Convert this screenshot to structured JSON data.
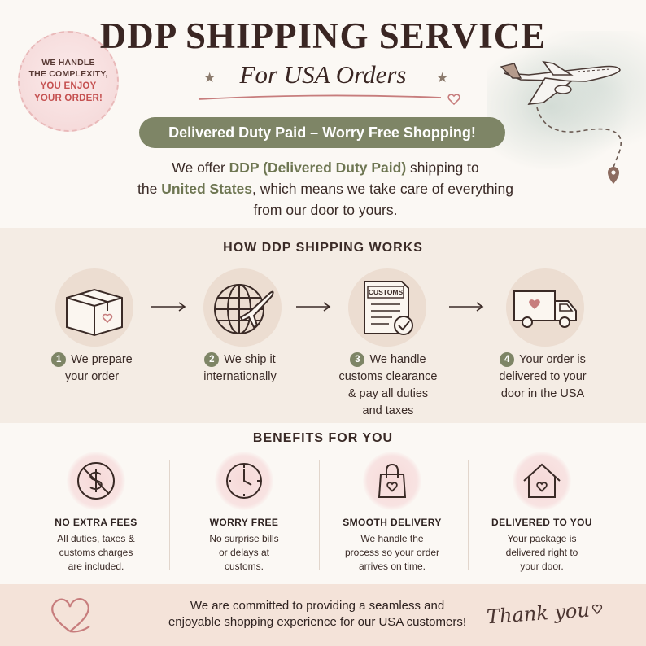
{
  "header": {
    "title": "DDP SHIPPING SERVICE",
    "subtitle": "For USA Orders",
    "star_glyph": "★",
    "badge": {
      "line1": "WE HANDLE",
      "line2": "THE COMPLEXITY,",
      "line3": "YOU ENJOY",
      "line4": "YOUR ORDER!"
    },
    "pill": "Delivered Duty Paid – Worry Free Shopping!",
    "intro": {
      "l1_pre": "We offer ",
      "l1_hl": "DDP (Delivered Duty Paid)",
      "l1_post": " shipping to",
      "l2_pre": "the ",
      "l2_hl": "United States",
      "l2_post": ", which means we take care of everything",
      "l3": "from our door to yours."
    }
  },
  "how": {
    "title": "HOW DDP SHIPPING WORKS",
    "customs_label": "CUSTOMS",
    "steps": [
      {
        "num": "1",
        "lines": [
          "We prepare",
          "your order"
        ],
        "icon": "package-icon"
      },
      {
        "num": "2",
        "lines": [
          "We ship it",
          "internationally"
        ],
        "icon": "globe-plane-icon"
      },
      {
        "num": "3",
        "lines": [
          "We handle",
          "customs clearance",
          "& pay all duties",
          "and taxes"
        ],
        "icon": "customs-document-icon"
      },
      {
        "num": "4",
        "lines": [
          "Your order is",
          "delivered to your",
          "door in the USA"
        ],
        "icon": "delivery-truck-icon"
      }
    ]
  },
  "benefits": {
    "title": "BENEFITS FOR YOU",
    "items": [
      {
        "title": "NO EXTRA FEES",
        "lines": [
          "All duties, taxes &",
          "customs charges",
          "are included."
        ],
        "icon": "no-fees-icon"
      },
      {
        "title": "WORRY FREE",
        "lines": [
          "No surprise bills",
          "or delays at",
          "customs."
        ],
        "icon": "clock-icon"
      },
      {
        "title": "SMOOTH DELIVERY",
        "lines": [
          "We handle the",
          "process so your order",
          "arrives on time."
        ],
        "icon": "shopping-bag-icon"
      },
      {
        "title": "DELIVERED TO YOU",
        "lines": [
          "Your package is",
          "delivered right to",
          "your door."
        ],
        "icon": "house-heart-icon"
      }
    ]
  },
  "footer": {
    "line1": "We are committed to providing a seamless and",
    "line2": "enjoyable shopping experience for our USA customers!",
    "thanks": "Thank you"
  },
  "colors": {
    "olive": "#7e8566",
    "band": "#f4ece4",
    "footer": "#f4e3d9",
    "accent_red": "#c55151"
  }
}
